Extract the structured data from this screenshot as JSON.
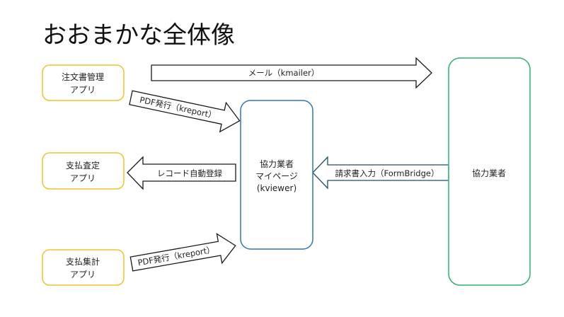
{
  "title": "おおまかな全体像",
  "colors": {
    "app_border": "#F2C12E",
    "mypage_border": "#2E75B6",
    "partner_border": "#2DB36E",
    "arrow_stroke": "#1a1a1a",
    "formbridge_stroke": "#1F4E5F"
  },
  "nodes": {
    "order_app": {
      "lines": [
        "注文書管理",
        "アプリ"
      ]
    },
    "payment_assess_app": {
      "lines": [
        "支払査定",
        "アプリ"
      ]
    },
    "payment_total_app": {
      "lines": [
        "支払集計",
        "アプリ"
      ]
    },
    "partner_mypage": {
      "lines": [
        "協力業者",
        "マイページ",
        "(kviewer)"
      ]
    },
    "partner": {
      "lines": [
        "協力業者"
      ]
    }
  },
  "arrows": {
    "mail": {
      "label": "メール（kmailer）",
      "from": "注文書管理アプリ",
      "to": "協力業者"
    },
    "pdf_order": {
      "label": "PDF発行（kreport）",
      "from": "注文書管理アプリ",
      "to": "協力業者マイページ"
    },
    "record": {
      "label": "レコード自動登録",
      "from": "協力業者マイページ",
      "to": "支払査定アプリ"
    },
    "invoice": {
      "label": "請求書入力（FormBridge）",
      "from": "協力業者",
      "to": "協力業者マイページ"
    },
    "pdf_total": {
      "label": "PDF発行（kreport）",
      "from": "支払集計アプリ",
      "to": "協力業者マイページ"
    }
  }
}
